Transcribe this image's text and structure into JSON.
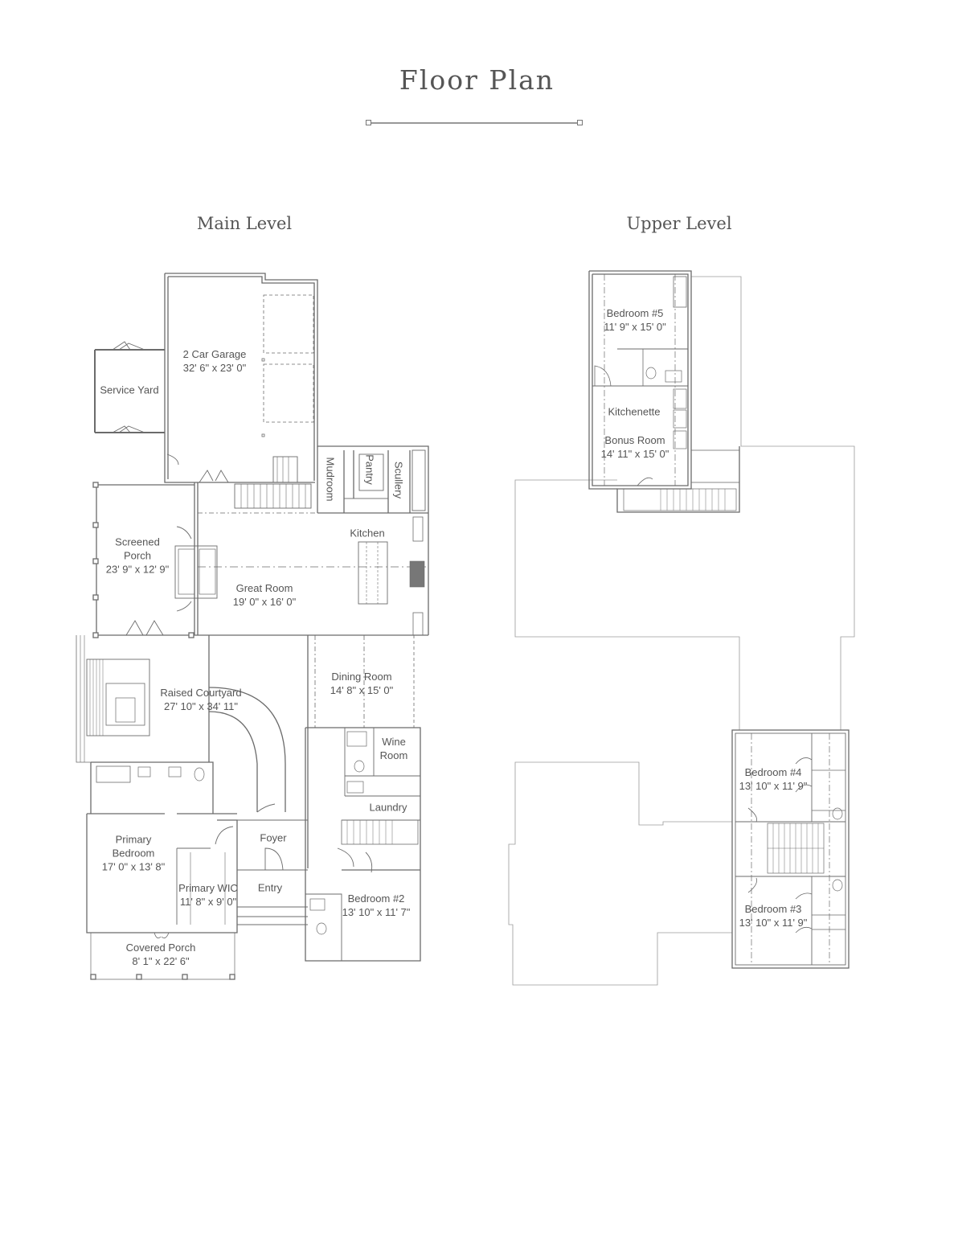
{
  "page": {
    "title": "Floor Plan"
  },
  "levels": {
    "main": {
      "title": "Main Level",
      "rooms": [
        {
          "name": "2 Car Garage",
          "size": "32' 6\" x 23' 0\""
        },
        {
          "name": "Service Yard",
          "size": ""
        },
        {
          "name": "Mudroom",
          "size": ""
        },
        {
          "name": "Pantry",
          "size": ""
        },
        {
          "name": "Scullery",
          "size": ""
        },
        {
          "name": "Kitchen",
          "size": ""
        },
        {
          "name": "Screened Porch",
          "size": "23' 9\" x 12' 9\""
        },
        {
          "name": "Great Room",
          "size": "19' 0\" x 16' 0\""
        },
        {
          "name": "Raised Courtyard",
          "size": "27' 10\" x 34' 11\""
        },
        {
          "name": "Dining Room",
          "size": "14' 8\" x 15' 0\""
        },
        {
          "name": "Wine Room",
          "size": ""
        },
        {
          "name": "Laundry",
          "size": ""
        },
        {
          "name": "Primary Bedroom",
          "size": "17' 0\" x 13' 8\""
        },
        {
          "name": "Foyer",
          "size": ""
        },
        {
          "name": "Primary WIC",
          "size": "11' 8\" x 9' 0\""
        },
        {
          "name": "Entry",
          "size": ""
        },
        {
          "name": "Bedroom #2",
          "size": "13' 10\" x 11' 7\""
        },
        {
          "name": "Covered Porch",
          "size": "8' 1\" x 22' 6\""
        }
      ]
    },
    "upper": {
      "title": "Upper Level",
      "rooms": [
        {
          "name": "Bedroom #5",
          "size": "11' 9\" x 15' 0\""
        },
        {
          "name": "Kitchenette",
          "size": ""
        },
        {
          "name": "Bonus Room",
          "size": "14' 11\" x 15' 0\""
        },
        {
          "name": "Bedroom #4",
          "size": "13' 10\" x 11' 9\""
        },
        {
          "name": "Bedroom #3",
          "size": "13' 10\" x 11' 9\""
        }
      ]
    }
  },
  "colors": {
    "wall": "#6b6b6b",
    "text": "#555555",
    "roof_outline": "#9a9a9a"
  }
}
